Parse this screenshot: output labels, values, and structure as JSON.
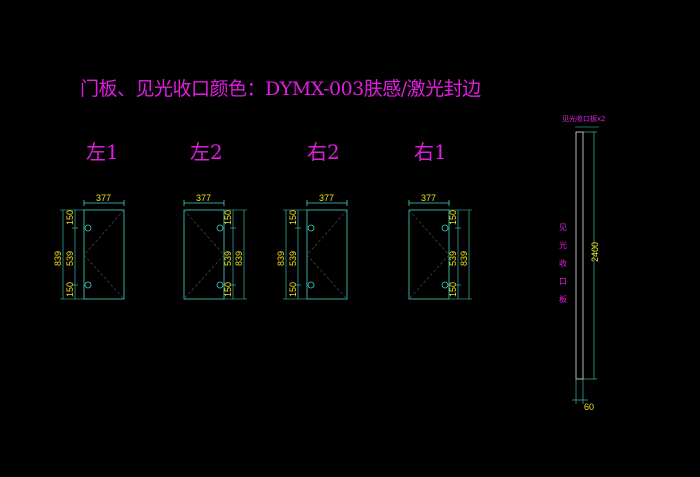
{
  "title": "门板、见光收口颜色：DYMX-003肤感/激光封边",
  "doors": [
    {
      "label": "左1",
      "width": "377",
      "height_total": "839",
      "height_mid": "539",
      "hinge_top": "150",
      "hinge_bottom": "150",
      "hinge_side": "left"
    },
    {
      "label": "左2",
      "width": "377",
      "height_total": "839",
      "height_mid": "539",
      "hinge_top": "150",
      "hinge_bottom": "150",
      "hinge_side": "right"
    },
    {
      "label": "右2",
      "width": "377",
      "height_total": "839",
      "height_mid": "539",
      "hinge_top": "150",
      "hinge_bottom": "150",
      "hinge_side": "left"
    },
    {
      "label": "右1",
      "width": "377",
      "height_total": "839",
      "height_mid": "539",
      "hinge_top": "150",
      "hinge_bottom": "150",
      "hinge_side": "right"
    }
  ],
  "panel": {
    "top_label": "见光收口板x2",
    "side_text": [
      "见",
      "光",
      "收",
      "口",
      "板"
    ],
    "height": "2400",
    "width": "60"
  },
  "colors": {
    "magenta": "#e01ee0",
    "cyan": "#3fd6c8",
    "yellow": "#f2e21a",
    "background": "#000000"
  }
}
